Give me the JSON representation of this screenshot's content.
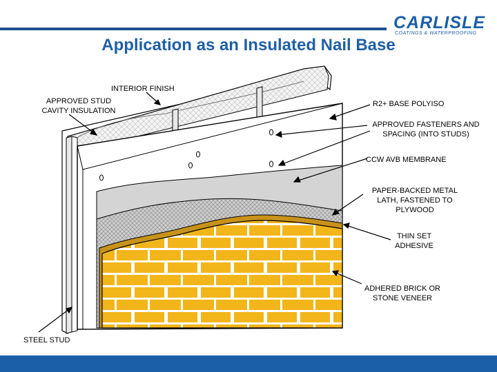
{
  "header": {
    "title": "Application as an Insulated Nail Base",
    "logo_name": "CARLISLE",
    "logo_tagline": "COATINGS & WATERPROOFING"
  },
  "labels": {
    "interior_finish": "INTERIOR FINISH",
    "stud_insulation_line1": "APPROVED STUD",
    "stud_insulation_line2": "CAVITY INSULATION",
    "base_polyiso": "R2+ BASE POLYISO",
    "fasteners_line1": "APPROVED FASTENERS AND",
    "fasteners_line2": "SPACING (INTO STUDS)",
    "avb_membrane": "CCW AVB MEMBRANE",
    "lath_line1": "PAPER-BACKED METAL",
    "lath_line2": "LATH, FASTENED TO",
    "lath_line3": "PLYWOOD",
    "adhesive_line1": "THIN SET",
    "adhesive_line2": "ADHESIVE",
    "veneer_line1": "ADHERED BRICK OR",
    "veneer_line2": "STONE VENEER",
    "steel_stud": "STEEL STUD"
  },
  "colors": {
    "title": "#1f5fa6",
    "brand_blue": "#1b5fa8",
    "brick": "#f2b51a",
    "mortar": "#ffffff",
    "membrane": "#d4d4d4",
    "lath": "#a9a9a9",
    "thinset": "#c8921a"
  }
}
